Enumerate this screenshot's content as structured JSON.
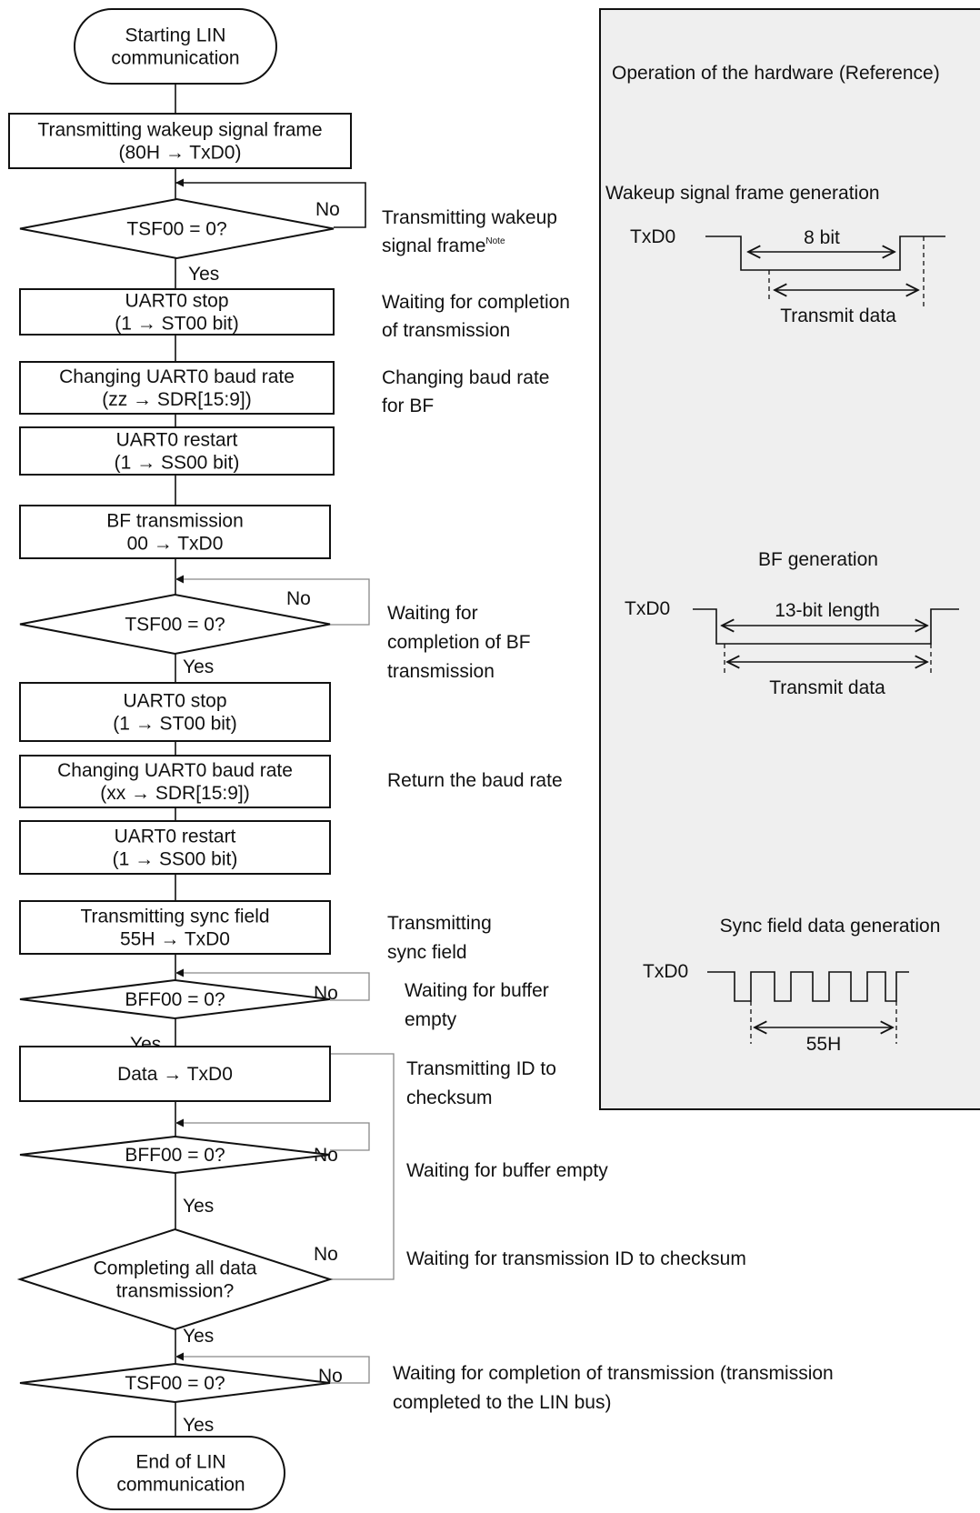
{
  "flow": {
    "start": [
      "Starting LIN",
      "communication"
    ],
    "end": [
      "End of LIN",
      "communication"
    ],
    "steps": {
      "wakeup_tx": [
        "Transmitting wakeup signal frame",
        "(80H → TxD0)"
      ],
      "stop1": [
        "UART0 stop",
        "(1 → ST00 bit)"
      ],
      "baud1": [
        "Changing UART0 baud rate",
        "(zz → SDR[15:9])"
      ],
      "restart1": [
        "UART0 restart",
        "(1 → SS00 bit)"
      ],
      "bf_tx": [
        "BF transmission",
        "00 → TxD0"
      ],
      "stop2": [
        "UART0 stop",
        "(1 → ST00 bit)"
      ],
      "baud2": [
        "Changing UART0 baud rate",
        "(xx → SDR[15:9])"
      ],
      "restart2": [
        "UART0 restart",
        "(1 → SS00 bit)"
      ],
      "sync_tx": [
        "Transmitting sync field",
        "55H → TxD0"
      ],
      "data_tx": [
        "Data → TxD0"
      ]
    },
    "decisions": {
      "tsf1": [
        "TSF00 = 0?"
      ],
      "tsf2": [
        "TSF00 = 0?"
      ],
      "bff1": [
        "BFF00 = 0?"
      ],
      "bff2": [
        "BFF00 = 0?"
      ],
      "complete": [
        "Completing all data",
        "transmission?"
      ],
      "tsf3": [
        "TSF00 = 0?"
      ]
    },
    "yes_label": "Yes",
    "no_label": "No"
  },
  "notes": {
    "wakeup_wait_1": "Transmitting wakeup",
    "wakeup_wait_2": "signal frame",
    "note_sup": "Note",
    "stop_wait": [
      "Waiting for completion",
      "of transmission"
    ],
    "baud_bf": [
      "Changing baud rate",
      "for BF"
    ],
    "bf_wait": [
      "Waiting for",
      "completion of BF",
      "transmission"
    ],
    "return_baud": "Return the baud rate",
    "sync_tx": [
      "Transmitting",
      "sync field"
    ],
    "buf_wait1": [
      "Waiting for buffer",
      "empty"
    ],
    "id_checksum": [
      "Transmitting ID to",
      "checksum"
    ],
    "buf_wait2": "Waiting for buffer empty",
    "id_wait": "Waiting for transmission ID to checksum",
    "final_wait": [
      "Waiting for completion of transmission (transmission",
      "completed to the LIN bus)"
    ]
  },
  "hardware": {
    "title": "Operation of the hardware (Reference)",
    "wakeup": {
      "title": "Wakeup signal frame generation",
      "pin": "TxD0",
      "length": "8 bit",
      "data": "Transmit data"
    },
    "bf": {
      "title": "BF generation",
      "pin": "TxD0",
      "length": "13-bit length",
      "data": "Transmit data"
    },
    "sync": {
      "title": "Sync field data generation",
      "pin": "TxD0",
      "value": "55H"
    }
  }
}
